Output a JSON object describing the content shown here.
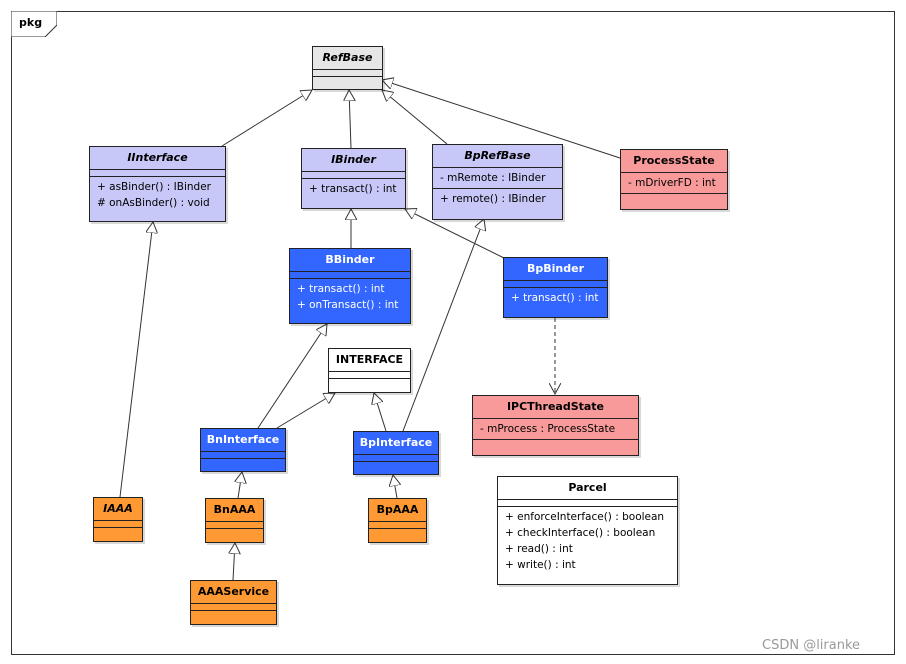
{
  "package_label": "pkg",
  "watermark": "CSDN @liranke",
  "classes": {
    "refbase": {
      "name": "RefBase"
    },
    "iinterface": {
      "name": "IInterface",
      "ops": [
        "+ asBinder() : IBinder",
        "# onAsBinder() : void"
      ]
    },
    "ibinder": {
      "name": "IBinder",
      "ops": [
        "+ transact() : int"
      ]
    },
    "bprefbase": {
      "name": "BpRefBase",
      "attrs": [
        "- mRemote : IBinder"
      ],
      "ops": [
        "+ remote() : IBinder"
      ]
    },
    "processstate": {
      "name": "ProcessState",
      "attrs": [
        "- mDriverFD : int"
      ]
    },
    "bbinder": {
      "name": "BBinder",
      "ops": [
        "+ transact() : int",
        "+ onTransact() : int"
      ]
    },
    "bpbinder": {
      "name": "BpBinder",
      "ops": [
        "+ transact() : int"
      ]
    },
    "interface": {
      "name": "INTERFACE"
    },
    "ipcthreadstate": {
      "name": "IPCThreadState",
      "attrs": [
        "- mProcess : ProcessState"
      ]
    },
    "bninterface": {
      "name": "BnInterface"
    },
    "bpinterface": {
      "name": "BpInterface"
    },
    "iaaa": {
      "name": "IAAA"
    },
    "bnaaa": {
      "name": "BnAAA"
    },
    "bpaaa": {
      "name": "BpAAA"
    },
    "aaaservice": {
      "name": "AAAService"
    },
    "parcel": {
      "name": "Parcel",
      "ops": [
        "+ enforceInterface() : boolean",
        "+ checkInterface() : boolean",
        "+ read() : int",
        "+ write() : int"
      ]
    }
  },
  "colors": {
    "interface_class": "#c8c8f8",
    "abstract_root": "#e6e6e6",
    "binder_class": "#3366ff",
    "process_class": "#f99a9a",
    "user_class": "#ff9933",
    "plain_class": "#ffffff"
  }
}
